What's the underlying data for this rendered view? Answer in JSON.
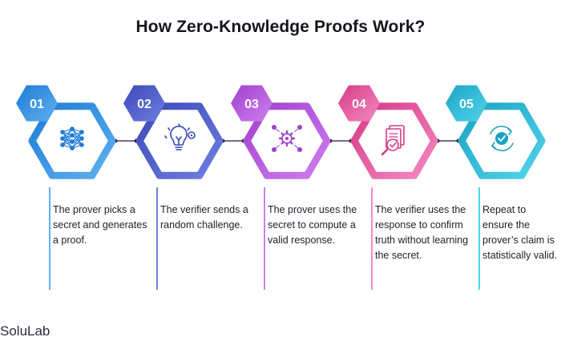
{
  "title": "How Zero-Knowledge Proofs Work?",
  "steps": [
    {
      "number": "01",
      "text": "The prover picks a secret and generates a proof.",
      "icon": "neural-network-icon",
      "color": "#1d7bd6",
      "color_light": "#5fb1f0"
    },
    {
      "number": "02",
      "text": "The verifier sends a random challenge.",
      "icon": "lightbulb-gear-icon",
      "color": "#3a48b8",
      "color_light": "#6f7fe0"
    },
    {
      "number": "03",
      "text": "The prover uses the secret to compute a valid response.",
      "icon": "gear-network-icon",
      "color": "#a040cc",
      "color_light": "#cf7ff0"
    },
    {
      "number": "04",
      "text": "The verifier uses the response to confirm truth without learning the secret.",
      "icon": "document-search-icon",
      "color": "#d63a86",
      "color_light": "#f48ac0"
    },
    {
      "number": "05",
      "text": "Repeat to ensure the prover’s claim is statistically valid.",
      "icon": "cycle-check-icon",
      "color": "#1aa4c4",
      "color_light": "#52d4ec"
    }
  ],
  "brand": "SoluLab"
}
